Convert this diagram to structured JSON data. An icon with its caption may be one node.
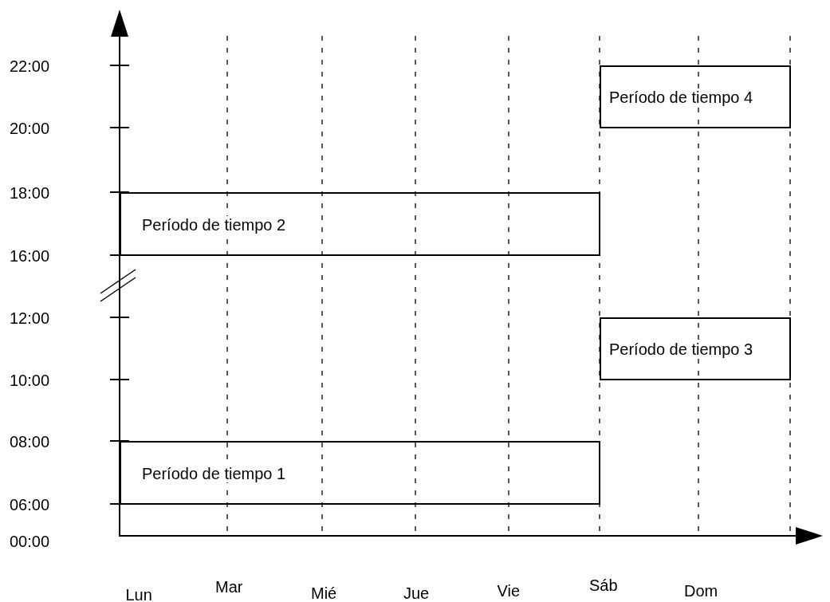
{
  "diagram": {
    "nodes": [
      {
        "text": [
          "Período de tiempo 4"
        ]
      },
      {
        "text": [
          "Período de tiempo 2"
        ]
      },
      {
        "text": [
          "Período de tiempo 3"
        ]
      },
      {
        "text": [
          "Período de tiempo 1"
        ]
      }
    ],
    "labels": [
      "22:00",
      "20:00",
      "18:00",
      "16:00",
      "12:00",
      "10:00",
      "08:00",
      "06:00",
      "00:00",
      "Lun",
      "Mar",
      "Mié",
      "Jue",
      "Vie",
      "Sáb",
      "Dom"
    ]
  }
}
